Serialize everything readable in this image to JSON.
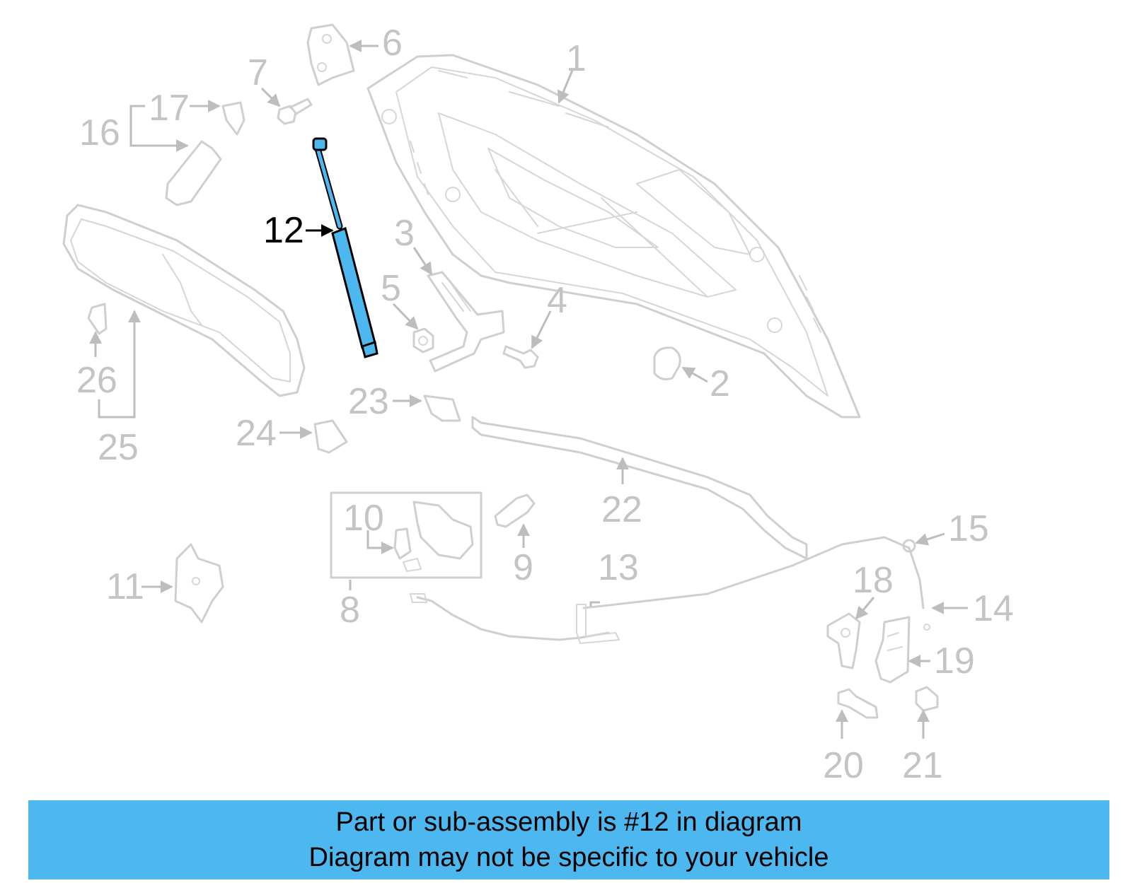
{
  "diagram": {
    "highlight_color": "#4db8f0",
    "highlighted_part": "12",
    "callouts": {
      "c1": "1",
      "c2": "2",
      "c3": "3",
      "c4": "4",
      "c5": "5",
      "c6": "6",
      "c7": "7",
      "c8": "8",
      "c9": "9",
      "c10": "10",
      "c11": "11",
      "c12": "12",
      "c13": "13",
      "c14": "14",
      "c15": "15",
      "c16": "16",
      "c17": "17",
      "c18": "18",
      "c19": "19",
      "c20": "20",
      "c21": "21",
      "c22": "22",
      "c23": "23",
      "c24": "24",
      "c25": "25",
      "c26": "26"
    }
  },
  "banner": {
    "line1": "Part or sub-assembly is #12 in diagram",
    "line2": "Diagram may not be specific to your vehicle",
    "background": "#4db8f0"
  }
}
